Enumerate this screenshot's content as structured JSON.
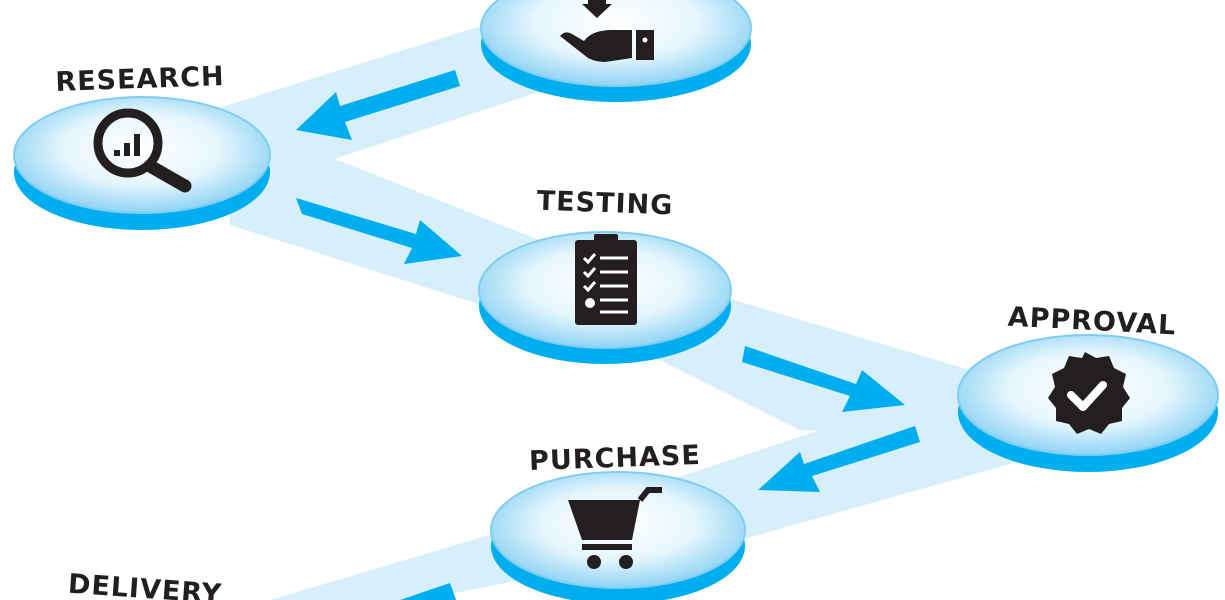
{
  "diagram": {
    "title": "Procurement process flow",
    "colors": {
      "band": "#d6effb",
      "arrow": "#00aeef",
      "disc_edge": "#00aeef",
      "disc_top": "#bfe6f8",
      "icon": "#231f20"
    },
    "steps": [
      {
        "label": "",
        "icon": "hand-receive-icon"
      },
      {
        "label": "RESEARCH",
        "icon": "magnifier-chart-icon"
      },
      {
        "label": "TESTING",
        "icon": "clipboard-checklist-icon"
      },
      {
        "label": "APPROVAL",
        "icon": "check-badge-icon"
      },
      {
        "label": "PURCHASE",
        "icon": "shopping-cart-icon"
      },
      {
        "label": "DELIVERY",
        "icon": ""
      }
    ]
  }
}
